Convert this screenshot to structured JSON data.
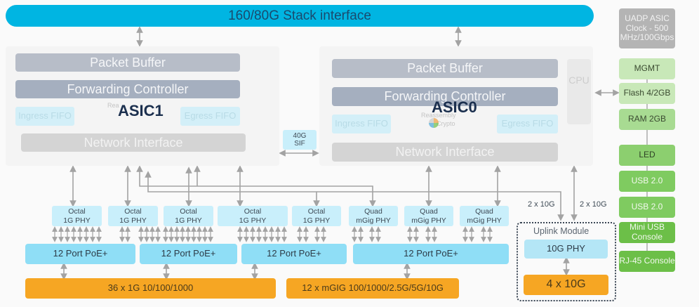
{
  "stack_interface": {
    "label": "160/80G Stack interface"
  },
  "asic1": {
    "name": "ASIC1",
    "packet_buffer": "Packet Buffer",
    "forwarding_controller": "Forwarding Controller",
    "ingress_fifo": "Ingress FIFO",
    "egress_fifo": "Egress FIFO",
    "network_interface": "Network Interface",
    "reassembly_label": "Rea"
  },
  "asic0": {
    "name": "ASIC0",
    "packet_buffer": "Packet Buffer",
    "forwarding_controller": "Forwarding Controller",
    "ingress_fifo": "Ingress FIFO",
    "egress_fifo": "Egress FIFO",
    "network_interface": "Network Interface",
    "reassembly_label": "Reassembly",
    "crypto_label": "Crypto"
  },
  "cpu": {
    "label": "CPU"
  },
  "sif": {
    "label_line1": "40G",
    "label_line2": "SIF"
  },
  "phys": [
    {
      "line1": "Octal",
      "line2": "1G PHY"
    },
    {
      "line1": "Octal",
      "line2": "1G PHY"
    },
    {
      "line1": "Octal",
      "line2": "1G PHY"
    },
    {
      "line1": "Octal",
      "line2": "1G PHY"
    },
    {
      "line1": "Octal",
      "line2": "1G PHY"
    },
    {
      "line1": "Quad",
      "line2": "mGig PHY"
    },
    {
      "line1": "Quad",
      "line2": "mGig PHY"
    },
    {
      "line1": "Quad",
      "line2": "mGig PHY"
    }
  ],
  "poe_groups": [
    {
      "label": "12 Port PoE+"
    },
    {
      "label": "12 Port PoE+"
    },
    {
      "label": "12 Port PoE+"
    },
    {
      "label": "12 Port PoE+"
    }
  ],
  "port_groups": [
    {
      "label": "36 x 1G 10/100/1000"
    },
    {
      "label": "12 x mGIG 100/1000/2.5G/5G/10G"
    }
  ],
  "uplink_links": [
    {
      "label": "2 x 10G"
    },
    {
      "label": "2 x 10G"
    }
  ],
  "uplink_module": {
    "title": "Uplink Module",
    "phy": "10G PHY",
    "ports": "4 x 10G"
  },
  "side_column": [
    {
      "label": "UADP ASIC Clock - 500 MHz/100Gbps"
    },
    {
      "label": "MGMT"
    },
    {
      "label": "Flash 4/2GB"
    },
    {
      "label": "RAM 2GB"
    },
    {
      "label": "LED"
    },
    {
      "label": "USB 2.0"
    },
    {
      "label": "USB 2.0"
    },
    {
      "label": "Mini USB Console"
    },
    {
      "label": "RJ-45 Console"
    }
  ]
}
